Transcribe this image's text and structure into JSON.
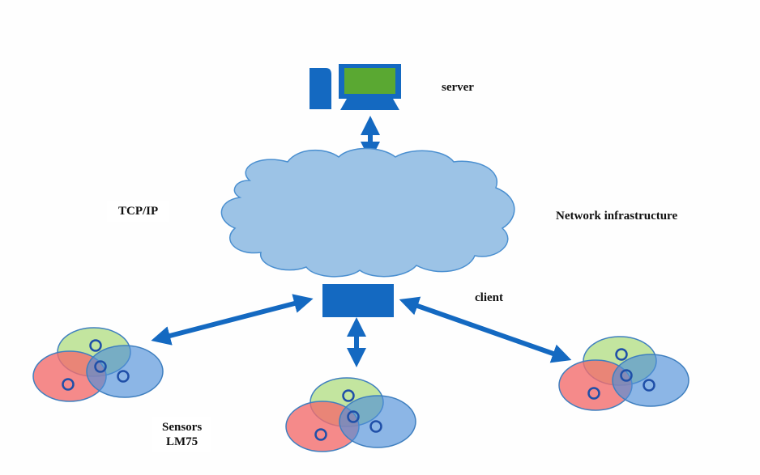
{
  "labels": {
    "server": "server",
    "tcp_ip": "TCP/IP",
    "network": "Network infrastructure",
    "client": "client",
    "sensors_line1": "Sensors",
    "sensors_line2": "LM75"
  },
  "colors": {
    "blue": "#1469c1",
    "screen_green": "#5aa832",
    "cloud_fill": "#9cc3e6",
    "cloud_stroke": "#4a8fd0",
    "sensor_green": "#92d050",
    "sensor_red": "#f26d6d",
    "sensor_blue": "#4f8fd8"
  },
  "icons": [
    "server-computer-icon",
    "cloud-icon",
    "client-box-icon",
    "double-arrow-icon",
    "sensor-cluster-icon"
  ]
}
